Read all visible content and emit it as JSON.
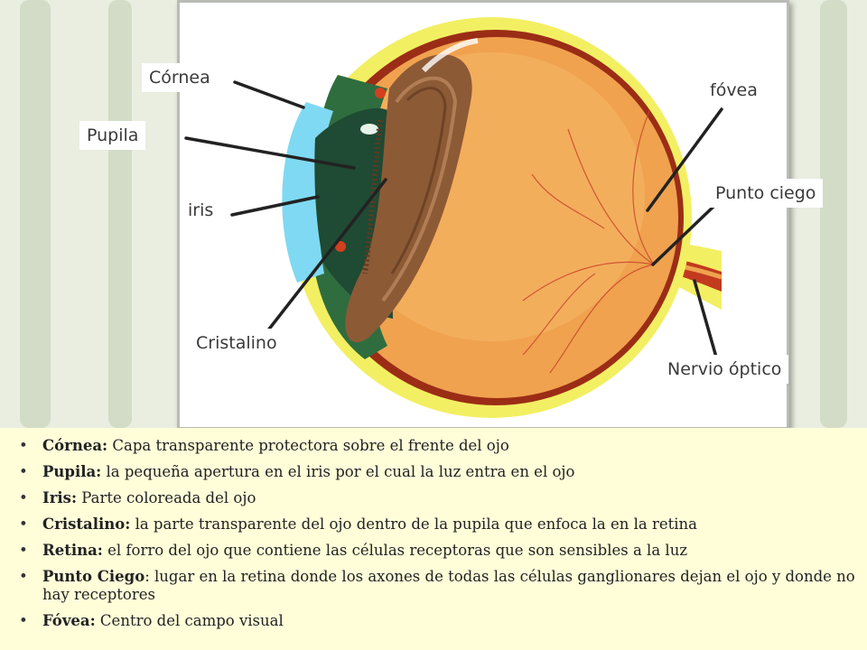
{
  "diagram": {
    "labels": {
      "cornea": "Córnea",
      "pupila": "Pupila",
      "iris": "iris",
      "cristalino": "Cristalino",
      "fovea": "fóvea",
      "punto_ciego": "Punto ciego",
      "nervio_optico": "Nervio óptico"
    }
  },
  "definitions": [
    {
      "term": "Córnea:",
      "text": " Capa transparente protectora sobre el frente del ojo"
    },
    {
      "term": "Pupila:",
      "text": "  la pequeña apertura en el iris por el cual la luz entra en el ojo"
    },
    {
      "term": "Iris:",
      "text": "  Parte coloreada del ojo"
    },
    {
      "term": "Cristalino:",
      "text": "  la parte transparente del ojo dentro de la pupila que enfoca la en la retina"
    },
    {
      "term": "Retina:",
      "text": " el forro del ojo que contiene las células receptoras que son sensibles a la luz"
    },
    {
      "term": "Punto Ciego",
      "text": ": lugar en la retina donde los axones de todas las células ganglionares  dejan el ojo y donde no hay receptores"
    },
    {
      "term": "Fóvea:",
      "text": "  Centro del campo visual"
    }
  ],
  "colors": {
    "sclera_outline": "#f3ef63",
    "choroid": "#9b2d16",
    "vitreous": "#f0a24f",
    "cornea": "#7fd9f2",
    "iris": "#1f4a33",
    "lens": "#8d5a36",
    "caption_bg": "#fffed9"
  }
}
